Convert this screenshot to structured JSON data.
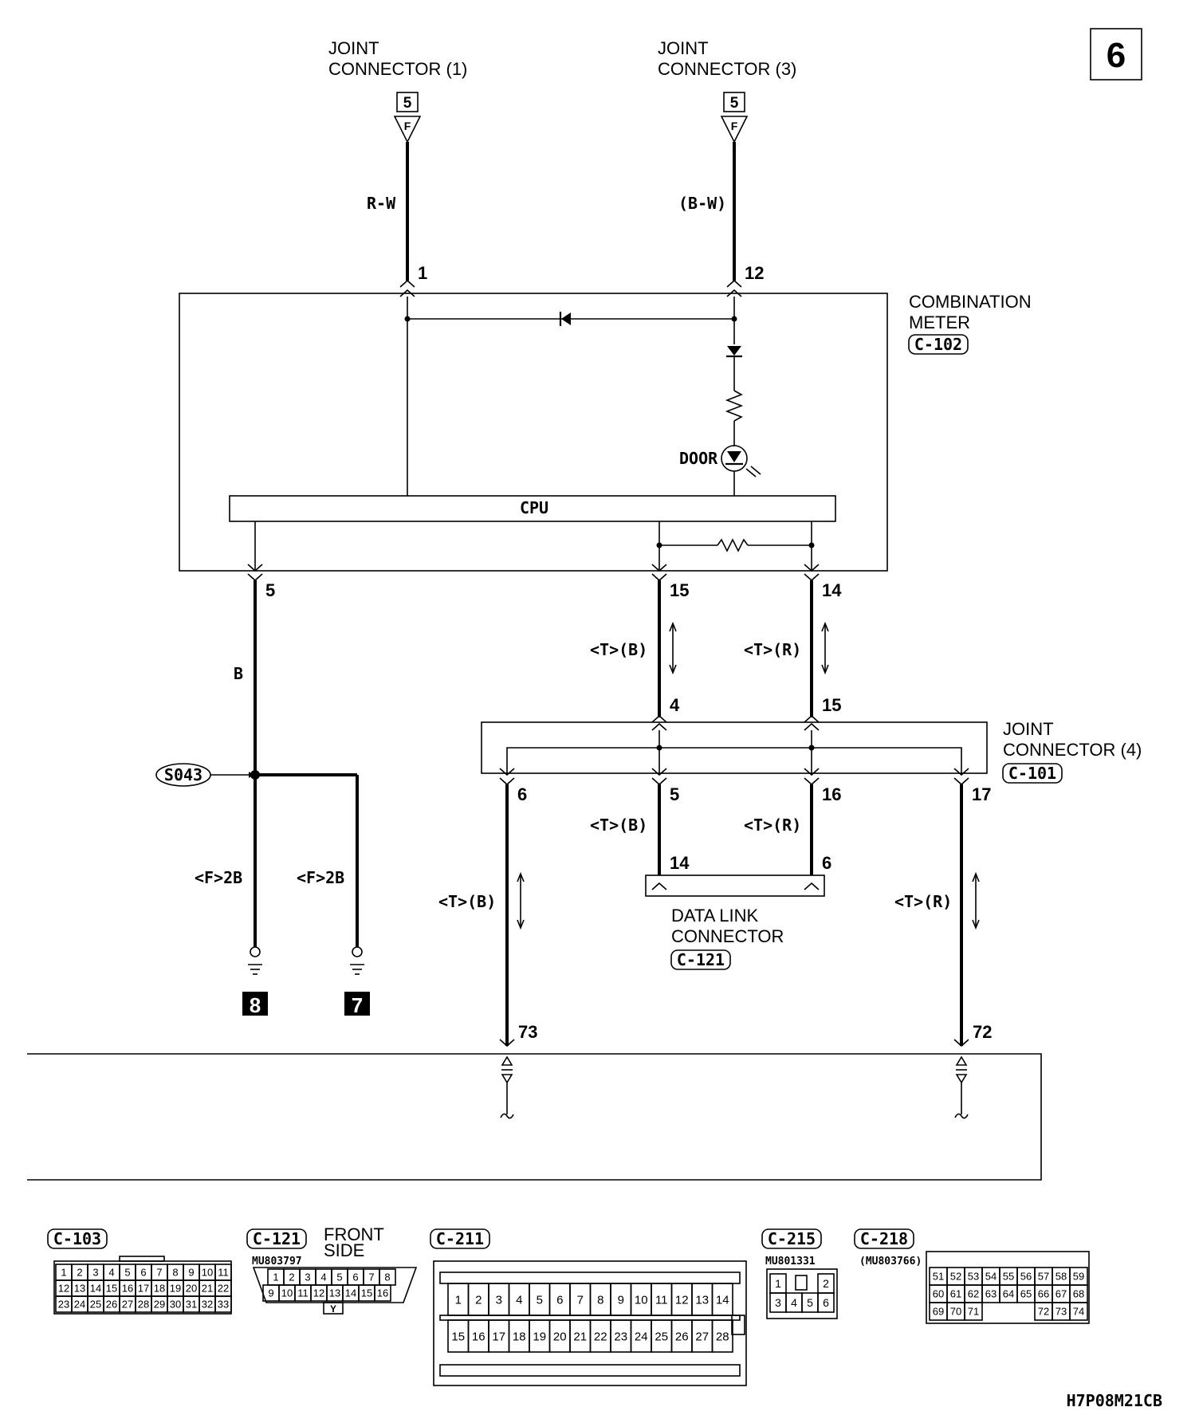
{
  "page_number": "6",
  "connectors_top": {
    "left": {
      "line1": "JOINT",
      "line2": "CONNECTOR (1)",
      "ref": "5",
      "code": "F"
    },
    "right": {
      "line1": "JOINT",
      "line2": "CONNECTOR (3)",
      "ref": "5",
      "code": "F"
    }
  },
  "wires": {
    "rw": "R-W",
    "bw": "(B-W)",
    "b": "B",
    "t_b": "<T>(B)",
    "t_r": "<T>(R)",
    "f_2b": "<F>2B"
  },
  "pins": {
    "p1": "1",
    "p12": "12",
    "p5": "5",
    "p15": "15",
    "p14": "14",
    "j4": "4",
    "j15": "15",
    "j6": "6",
    "j5": "5",
    "j16": "16",
    "j17": "17",
    "d14": "14",
    "d6": "6",
    "e73": "73",
    "e72": "72"
  },
  "combination_meter": {
    "line1": "COMBINATION",
    "line2": "METER",
    "code": "C-102",
    "door": "DOOR",
    "cpu": "CPU"
  },
  "joint_connector_4": {
    "line1": "JOINT",
    "line2": "CONNECTOR (4)",
    "code": "C-101"
  },
  "data_link": {
    "line1": "DATA LINK",
    "line2": "CONNECTOR",
    "code": "C-121"
  },
  "splice": "S043",
  "grounds": {
    "g8": "8",
    "g7": "7"
  },
  "legend": {
    "c103": {
      "code": "C-103",
      "rows": [
        [
          "1",
          "2",
          "3",
          "4",
          "5",
          "6",
          "7",
          "8",
          "9",
          "10",
          "11"
        ],
        [
          "12",
          "13",
          "14",
          "15",
          "16",
          "17",
          "18",
          "19",
          "20",
          "21",
          "22"
        ],
        [
          "23",
          "24",
          "25",
          "26",
          "27",
          "28",
          "29",
          "30",
          "31",
          "32",
          "33"
        ]
      ]
    },
    "c121": {
      "code": "C-121",
      "side1": "FRONT",
      "side2": "SIDE",
      "part": "MU803797",
      "rows": [
        [
          "1",
          "2",
          "3",
          "4",
          "5",
          "6",
          "7",
          "8"
        ],
        [
          "9",
          "10",
          "11",
          "12",
          "13",
          "14",
          "15",
          "16"
        ]
      ],
      "key": "Y"
    },
    "c211": {
      "code": "C-211",
      "rows": [
        [
          "1",
          "2",
          "3",
          "4",
          "5",
          "6",
          "7",
          "8",
          "9",
          "10",
          "11",
          "12",
          "13",
          "14"
        ],
        [
          "15",
          "16",
          "17",
          "18",
          "19",
          "20",
          "21",
          "22",
          "23",
          "24",
          "25",
          "26",
          "27",
          "28"
        ]
      ]
    },
    "c215": {
      "code": "C-215",
      "part": "MU801331",
      "rows": [
        [
          "1",
          "",
          "2"
        ],
        [
          "3",
          "4",
          "5",
          "6"
        ]
      ]
    },
    "c218": {
      "code": "C-218",
      "part": "(MU803766)",
      "rows": [
        [
          "51",
          "52",
          "53",
          "54",
          "55",
          "56",
          "57",
          "58",
          "59"
        ],
        [
          "60",
          "61",
          "62",
          "63",
          "64",
          "65",
          "66",
          "67",
          "68"
        ],
        [
          "69",
          "70",
          "71",
          "",
          "",
          "",
          "72",
          "73",
          "74"
        ]
      ]
    }
  },
  "figure_code": "H7P08M21CB"
}
